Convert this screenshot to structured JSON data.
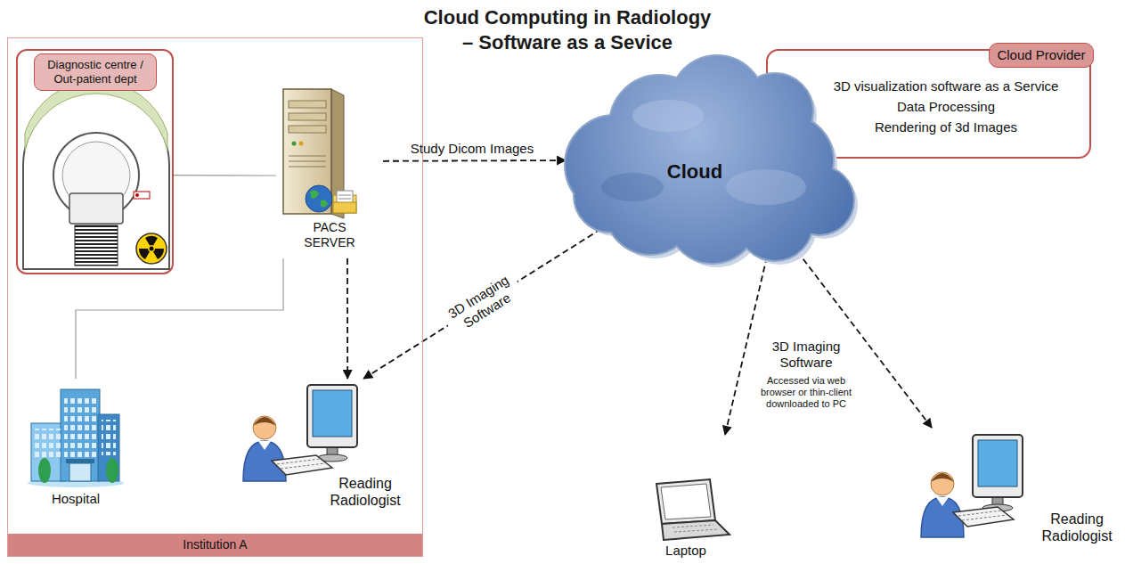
{
  "diagram": {
    "title": "Cloud Computing in Radiology – Software as a Sevice",
    "nodes": [
      {
        "text": [
          "Institution A"
        ]
      },
      {
        "text": [
          "Diagnostic centre / Out-patient dept"
        ],
        "in": 0
      },
      {
        "text": [
          "PACS SERVER"
        ],
        "in": 0
      },
      {
        "text": [
          "Hospital"
        ],
        "in": 0
      },
      {
        "text": [
          "Reading Radiologist"
        ],
        "in": 0
      },
      {
        "text": [
          "Cloud"
        ]
      },
      {
        "text": [
          "Cloud Provider",
          "3D visualization software as a Service",
          "Data Processing",
          "Rendering of 3d Images"
        ]
      },
      {
        "text": [
          "Laptop"
        ]
      },
      {
        "text": [
          "Reading Radiologist"
        ]
      }
    ],
    "edges": [
      {
        "from": 2,
        "to": 5,
        "arrow": "to",
        "label": "Study Dicom Images"
      },
      {
        "from": 2,
        "to": 4,
        "arrow": "to"
      },
      {
        "from": 5,
        "to": 4,
        "arrow": "to",
        "label": "3D Imaging Software"
      },
      {
        "from": 5,
        "to": 7,
        "arrow": "to",
        "label": "3D Imaging Software"
      },
      {
        "from": 5,
        "to": 8,
        "arrow": "to"
      },
      {
        "from": 1,
        "to": 2,
        "arrow": "none"
      },
      {
        "from": 3,
        "to": 2,
        "arrow": "none"
      }
    ],
    "labels": [
      "Accessed via web browser or thin-client downloaded to PC"
    ]
  }
}
